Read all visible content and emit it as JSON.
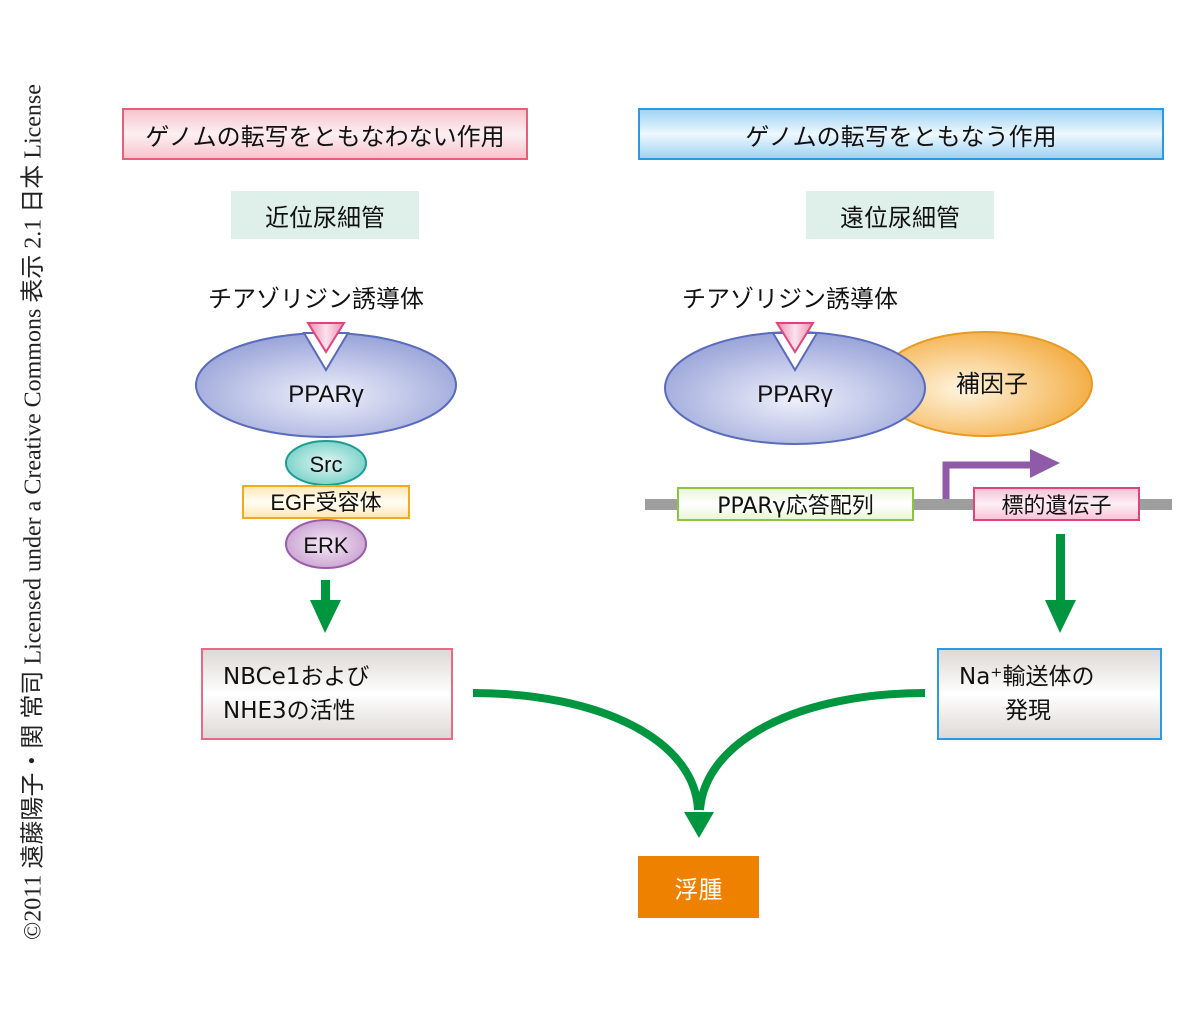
{
  "license": "©2011 遠藤陽子・関 常司 Licensed under a Creative Commons 表示 2.1 日本 License",
  "left_column": {
    "header": "ゲノムの転写をともなわない作用",
    "region": "近位尿細管",
    "inducer": "チアゾリジン誘導体",
    "receptor": "PPARγ",
    "signaling": [
      "Src",
      "EGF受容体",
      "ERK"
    ],
    "effect_lines": [
      "NBCe1および",
      "NHE3の活性"
    ],
    "effect_direction": "up"
  },
  "right_column": {
    "header": "ゲノムの転写をともなう作用",
    "region": "遠位尿細管",
    "inducer": "チアゾリジン誘導体",
    "receptor": "PPARγ",
    "cofactor": "補因子",
    "response_element": "PPARγ応答配列",
    "target_gene": "標的遺伝子",
    "effect_lines": [
      "Na⁺輸送体の",
      "発現"
    ],
    "effect_direction": "up"
  },
  "outcome": "浮腫",
  "colors": {
    "flow_arrow": "#009640",
    "up_arrow_left": "#e60012",
    "up_arrow_right": "#0068b7",
    "transcription_arrow": "#8f5aa8",
    "ligand": "#e5417a",
    "outcome_bg": "#ee8100"
  }
}
